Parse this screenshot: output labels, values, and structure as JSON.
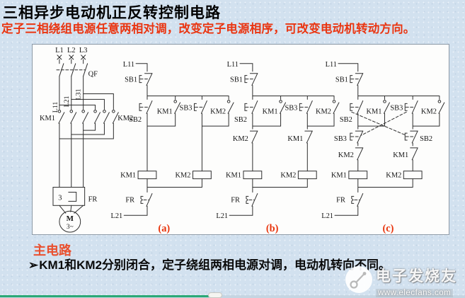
{
  "title": "三相异步电动机正反转控制电路",
  "subtitle": "定子三相绕组电源任意两相对调，改变定子电源相序，可改变电动机转动方向。",
  "footer": {
    "section_label": "主电路",
    "bullet": "➢",
    "note": "KM1和KM2分别闭合，定子绕组两相电源对调，电动机转向不同。"
  },
  "watermark": {
    "brand": "电子发烧友",
    "url": "www.elecfans.com"
  },
  "diagram": {
    "labels": {
      "l1": "L1",
      "l2": "L2",
      "l3": "L3",
      "qf": "QF",
      "l11": "L11",
      "l21": "L21",
      "l31": "L31",
      "km1": "KM1",
      "km2": "KM2",
      "sb1": "SB1",
      "sb2": "SB2",
      "sb3": "SB3",
      "fr": "FR",
      "heaters": "3",
      "motor": "M",
      "phase": "3~"
    },
    "captions": {
      "a": "(a)",
      "b": "(b)",
      "c": "(c)"
    }
  },
  "colors": {
    "accent_red": "#e8340c",
    "subtitle_red": "#ea3511",
    "section_red": "#e9502f",
    "progress_green": "#2aa876",
    "wire": "#2d2d2d",
    "panel_bg": "#fdfdfc",
    "page_bg": "#d2e1ef"
  }
}
